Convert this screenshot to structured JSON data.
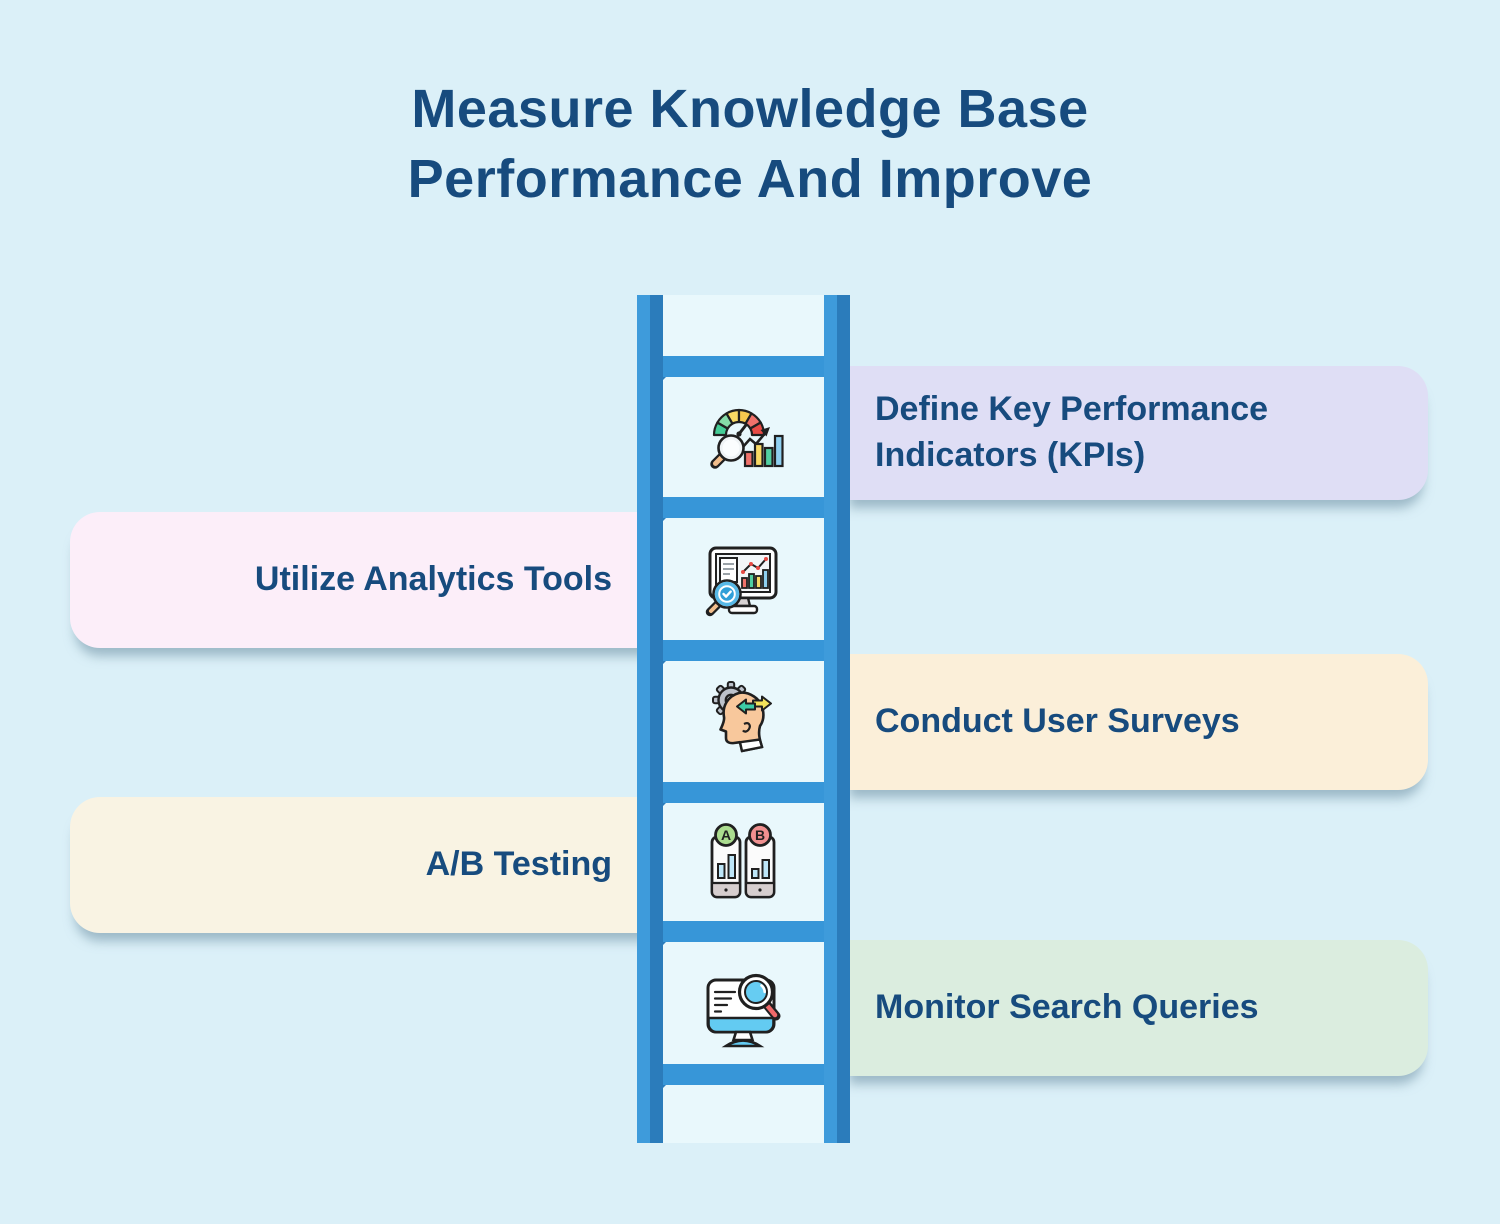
{
  "title": {
    "line1": "Measure Knowledge Base",
    "line2": "Performance And Improve"
  },
  "steps": [
    {
      "label": "Define Key Performance Indicators (KPIs)",
      "side": "right",
      "icon": "kpi-gauge-icon",
      "card_color": "#DFDEF5"
    },
    {
      "label": "Utilize Analytics Tools",
      "side": "left",
      "icon": "analytics-monitor-icon",
      "card_color": "#FCEEF9"
    },
    {
      "label": "Conduct User Surveys",
      "side": "right",
      "icon": "user-mind-feedback-icon",
      "card_color": "#FBEFD9"
    },
    {
      "label": "A/B Testing",
      "side": "left",
      "icon": "ab-testing-phones-icon",
      "card_color": "#F9F3E3",
      "icon_labels": [
        "A",
        "B"
      ]
    },
    {
      "label": "Monitor Search Queries",
      "side": "right",
      "icon": "search-monitor-icon",
      "card_color": "#DBEDDF"
    }
  ],
  "colors": {
    "background": "#DBF0F8",
    "title_text": "#174B7E",
    "card_text": "#174B7E",
    "ladder_rail_light": "#3E9BDB",
    "ladder_rail_dark": "#2B7CBB",
    "ladder_rung": "#3796D8",
    "ladder_panel": "#E9F8FC"
  }
}
